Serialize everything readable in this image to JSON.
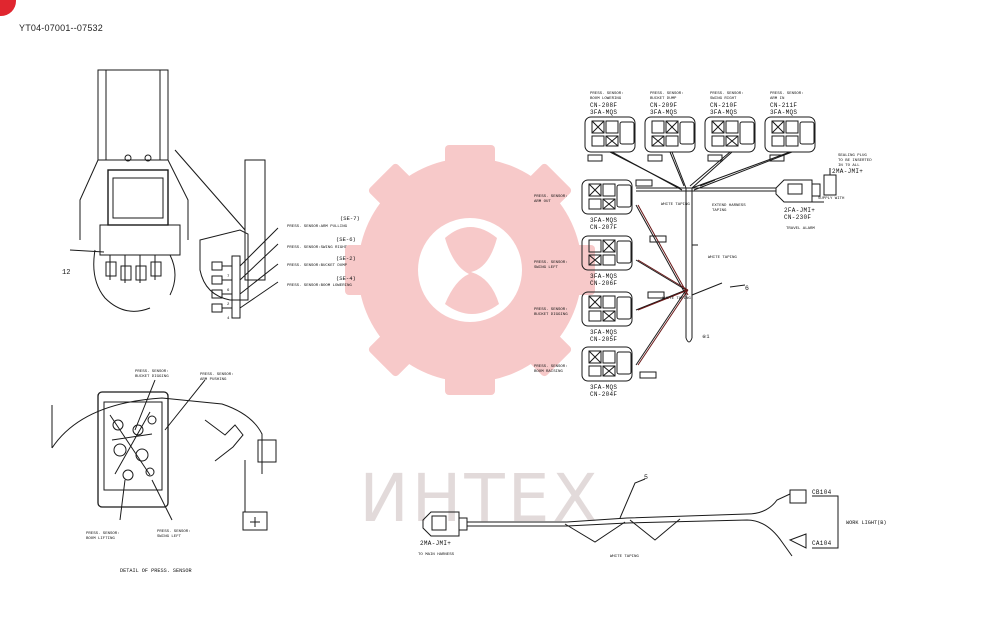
{
  "document_id": "YT04-07001--07532",
  "watermark": {
    "text": "ИНТЕХ",
    "color": "#f2b5b5"
  },
  "left_view": {
    "item_12": "12",
    "sensors": [
      {
        "text": "PRESS. SENSOR:ARM PULLING",
        "code": "(SE-7)"
      },
      {
        "text": "PRESS. SENSOR:SWING RIGHT",
        "code": "(SE-6)"
      },
      {
        "text": "PRESS. SENSOR:BUCKET DUMP",
        "code": "(SE-2)"
      },
      {
        "text": "PRESS. SENSOR:BOOM LOWERING",
        "code": "(SE-4)"
      }
    ],
    "port_numbers": [
      "7",
      "6",
      "2",
      "4"
    ]
  },
  "detail": {
    "title": "DETAIL OF PRESS. SENSOR",
    "top_left": [
      "PRESS. SENSOR:",
      "BUCKET DIGGING"
    ],
    "top_right": [
      "PRESS. SENSOR:",
      "ARM PUSHING"
    ],
    "bottom_left": [
      "PRESS. SENSOR:",
      "BOOM LIFTING"
    ],
    "bottom_right": [
      "PRESS. SENSOR:",
      "SWING LEFT"
    ]
  },
  "harness": {
    "top_sensors": [
      {
        "label1": "PRESS. SENSOR:",
        "label2": "BOOM LOWERING",
        "cn": "CN-208F",
        "part": "3FA-MQS"
      },
      {
        "label1": "PRESS. SENSOR:",
        "label2": "BUCKET DUMP",
        "cn": "CN-209F",
        "part": "3FA-MQS"
      },
      {
        "label1": "PRESS. SENSOR:",
        "label2": "SWING RIGHT",
        "cn": "CN-210F",
        "part": "3FA-MQS"
      },
      {
        "label1": "PRESS. SENSOR:",
        "label2": "ARM IN",
        "cn": "CN-211F",
        "part": "3FA-MQS"
      }
    ],
    "side_sensors": [
      {
        "label1": "PRESS. SENSOR:",
        "label2": "ARM OUT",
        "part": "3FA-MQS",
        "cn": "CN-207F"
      },
      {
        "label1": "PRESS. SENSOR:",
        "label2": "SWING LEFT",
        "part": "3FA-MQS",
        "cn": "CN-206F"
      },
      {
        "label1": "PRESS. SENSOR:",
        "label2": "BUCKET DIGGING",
        "part": "3FA-MQS",
        "cn": "CN-205F"
      },
      {
        "label1": "PRESS. SENSOR:",
        "label2": "BOOM RAISING",
        "part": "3FA-MQS",
        "cn": "CN-204F"
      }
    ],
    "white_taping": "WHITE TAPING",
    "extend_harness": [
      "EXTEND HARNESS",
      "TAPING"
    ],
    "sealing_plug": [
      "SEALING PLUG",
      "TO BE INSERTED",
      "IN TO ALL",
      "2MA-JMI+"
    ],
    "travel_conn": {
      "part": "2FA-JMI+",
      "cn": "CN-230F",
      "supply": "SUPPLY WITH",
      "label": "TRAVEL ALARM"
    },
    "item_6": "6",
    "note_1": "※1"
  },
  "work_light": {
    "item_5": "5",
    "connector": "2MA-JMI+",
    "to_main": "TO MAIN HARNESS",
    "white_taping": "WHITE TAPING",
    "cb": "CB104",
    "ca": "CA104",
    "label": "WORK LIGHT(B)"
  },
  "colors": {
    "accent": "#e0262f",
    "line": "#1a1a1a"
  }
}
